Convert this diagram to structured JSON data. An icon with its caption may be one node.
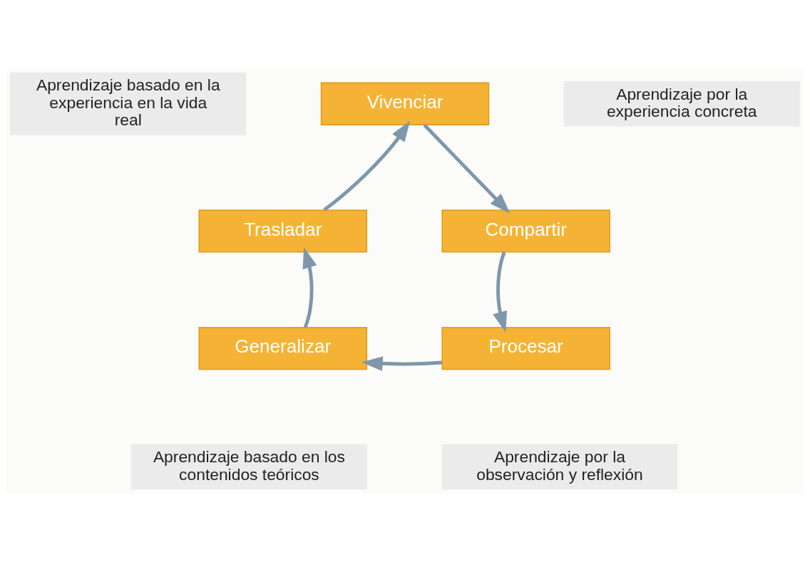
{
  "diagram": {
    "nodes": [
      {
        "text": [
          "Vivenciar"
        ]
      },
      {
        "text": [
          "Aprendizaje por la experiencia concreta"
        ]
      },
      {
        "text": [
          "Aprendizaje basado en la experiencia en la vida real"
        ]
      },
      {
        "text": [
          "Trasladar"
        ]
      },
      {
        "text": [
          "Compartir"
        ]
      },
      {
        "text": [
          "Generalizar"
        ]
      },
      {
        "text": [
          "Procesar"
        ]
      },
      {
        "text": [
          "Aprendizaje basado en los contenidos teóricos"
        ]
      },
      {
        "text": [
          "Aprendizaje por la observación y reflexión"
        ]
      }
    ],
    "edges": [
      {
        "from": 0,
        "to": 4,
        "arrow": "to"
      },
      {
        "from": 4,
        "to": 6,
        "arrow": "to"
      },
      {
        "from": 6,
        "to": 5,
        "arrow": "to"
      },
      {
        "from": 5,
        "to": 3,
        "arrow": "to"
      },
      {
        "from": 3,
        "to": 0,
        "arrow": "to"
      }
    ]
  }
}
